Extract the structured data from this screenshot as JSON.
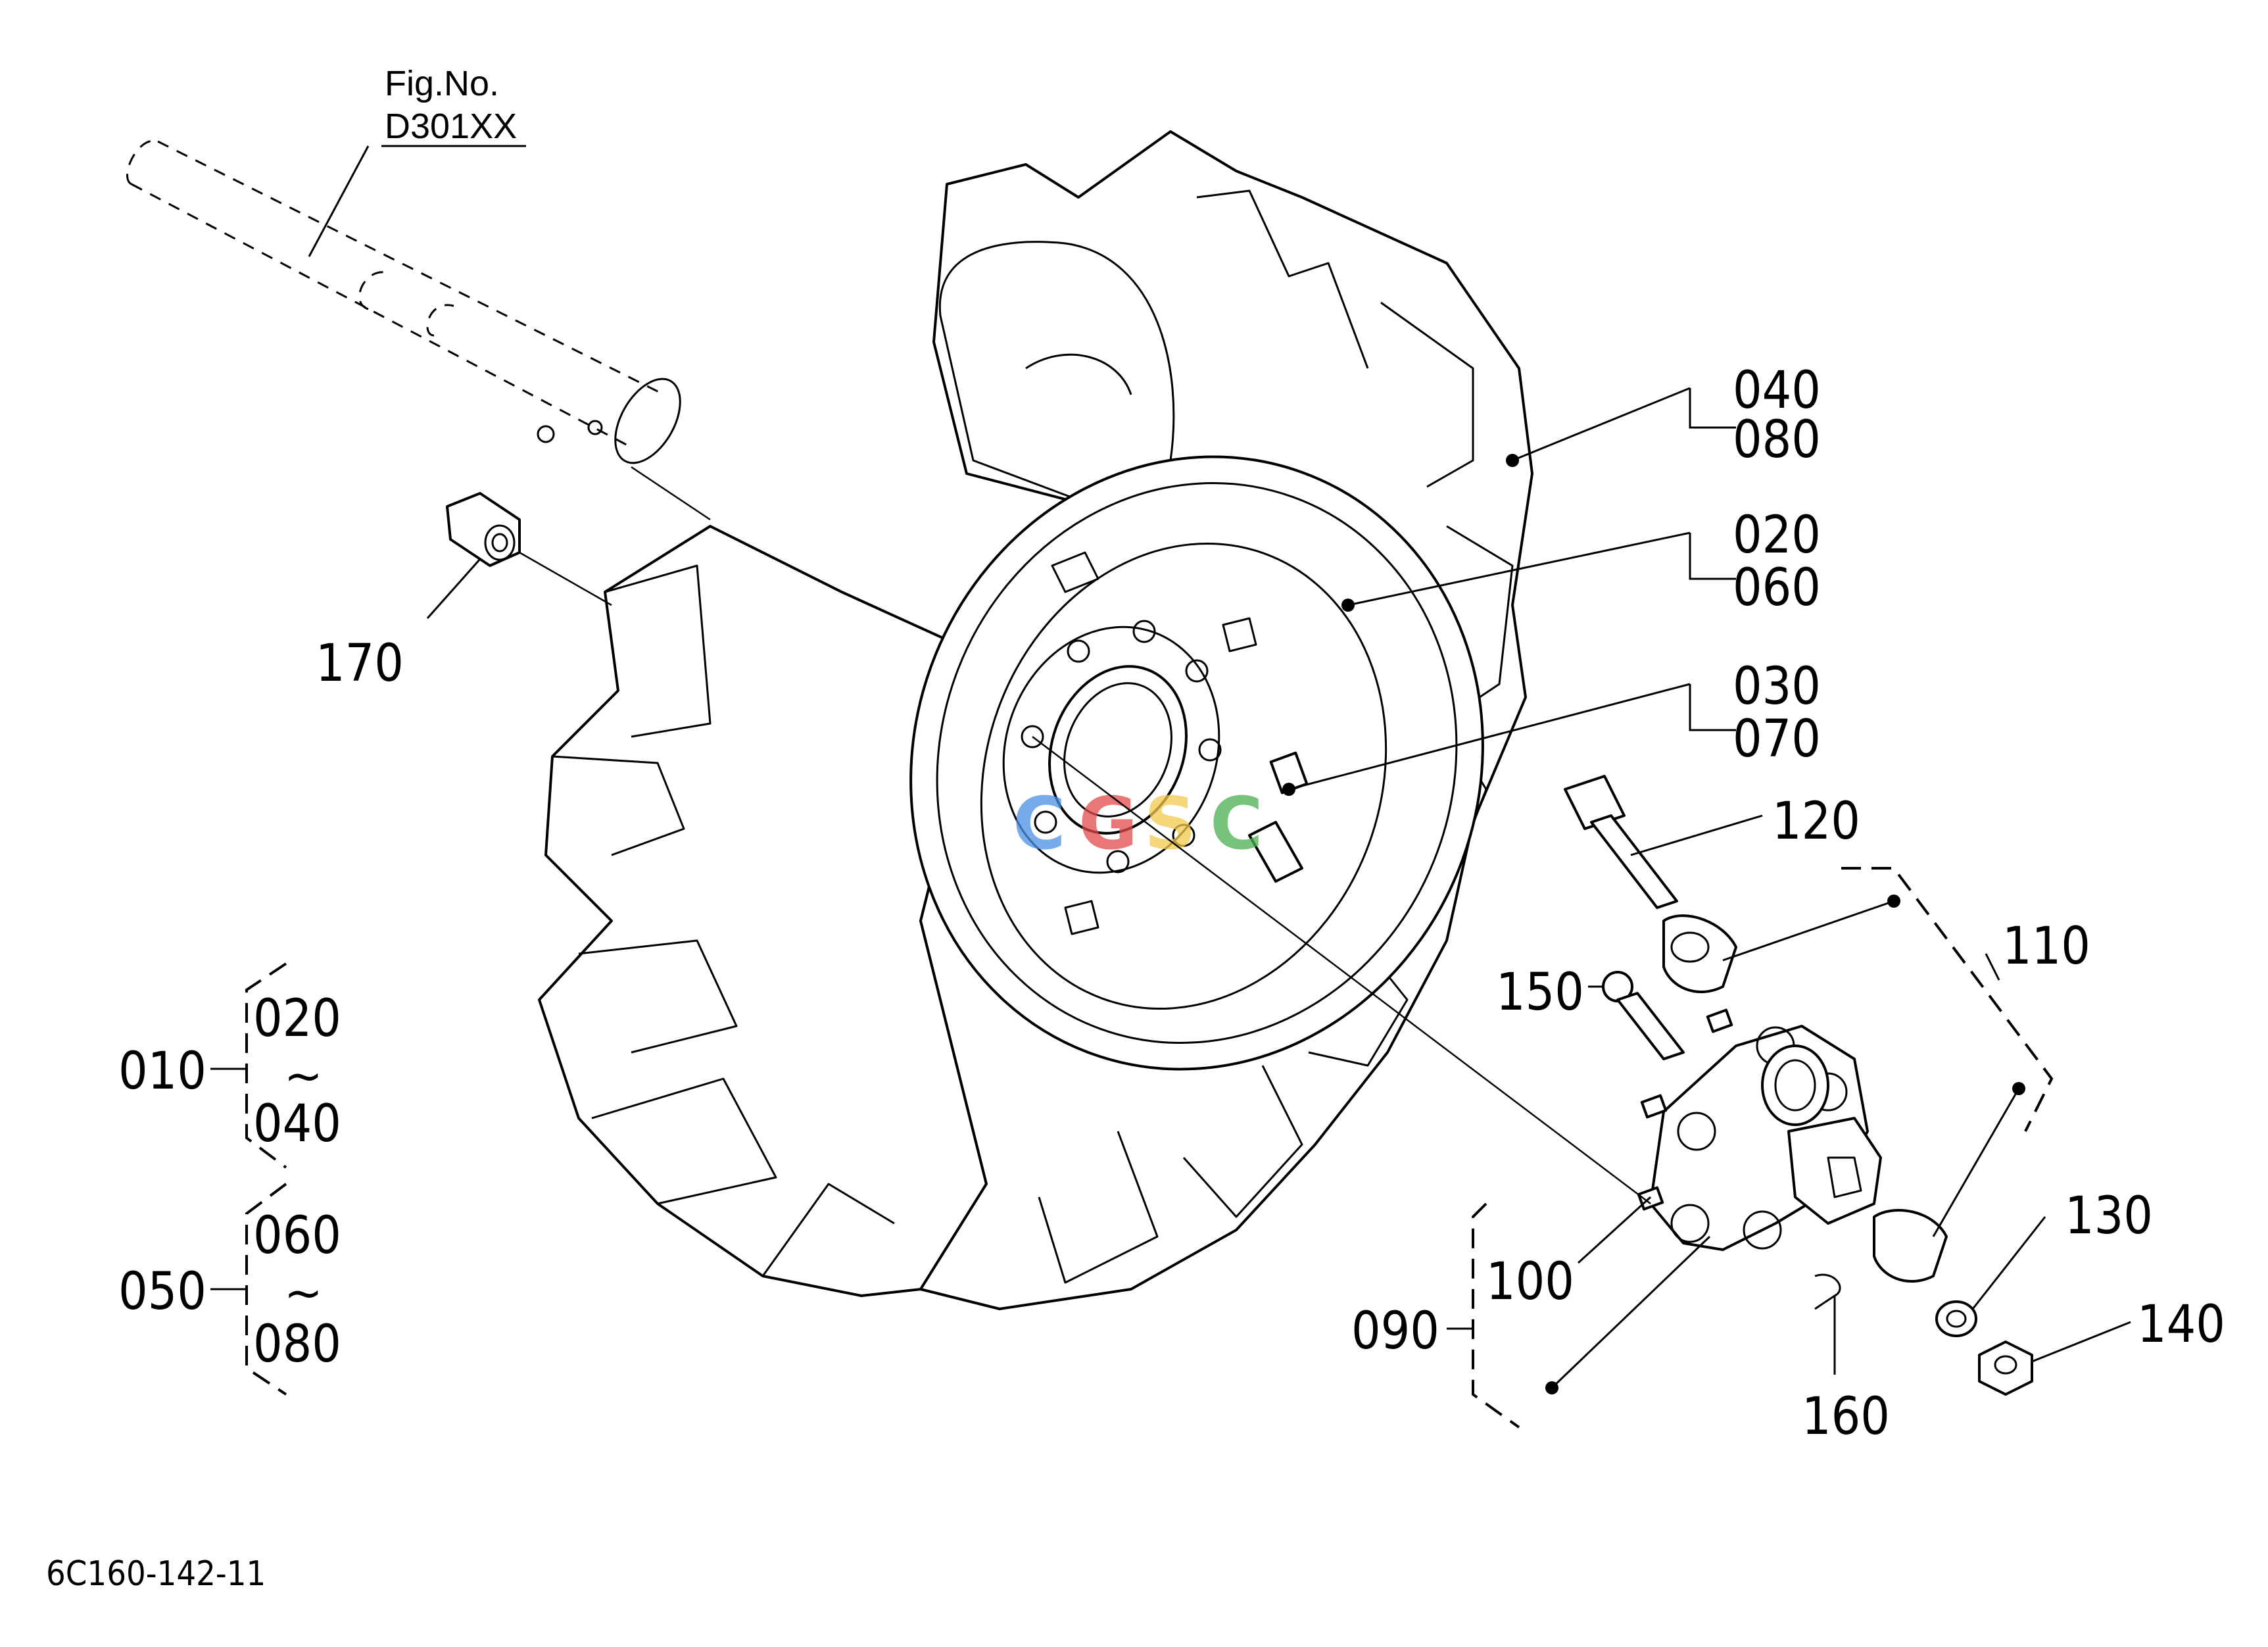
{
  "figure": {
    "fig_no_label": "Fig.No.",
    "fig_no_value": "D301XX",
    "drawing_code": "6C160-142-11"
  },
  "callouts": {
    "p170": "170",
    "p040": "040",
    "p080": "080",
    "p020": "020",
    "p060": "060",
    "p030": "030",
    "p070": "070",
    "p120": "120",
    "p110": "110",
    "p150": "150",
    "p130": "130",
    "p140": "140",
    "p100": "100",
    "p090": "090",
    "p160": "160"
  },
  "assemblies": {
    "a010": {
      "id": "010",
      "from": "020",
      "sep": "~",
      "to": "040"
    },
    "a050": {
      "id": "050",
      "from": "060",
      "sep": "~",
      "to": "080"
    }
  },
  "watermark": {
    "letters": [
      "C",
      "G",
      "S",
      "C"
    ],
    "colors": [
      "#4a90e2",
      "#e24a4a",
      "#f2c94c",
      "#4caf50"
    ]
  }
}
